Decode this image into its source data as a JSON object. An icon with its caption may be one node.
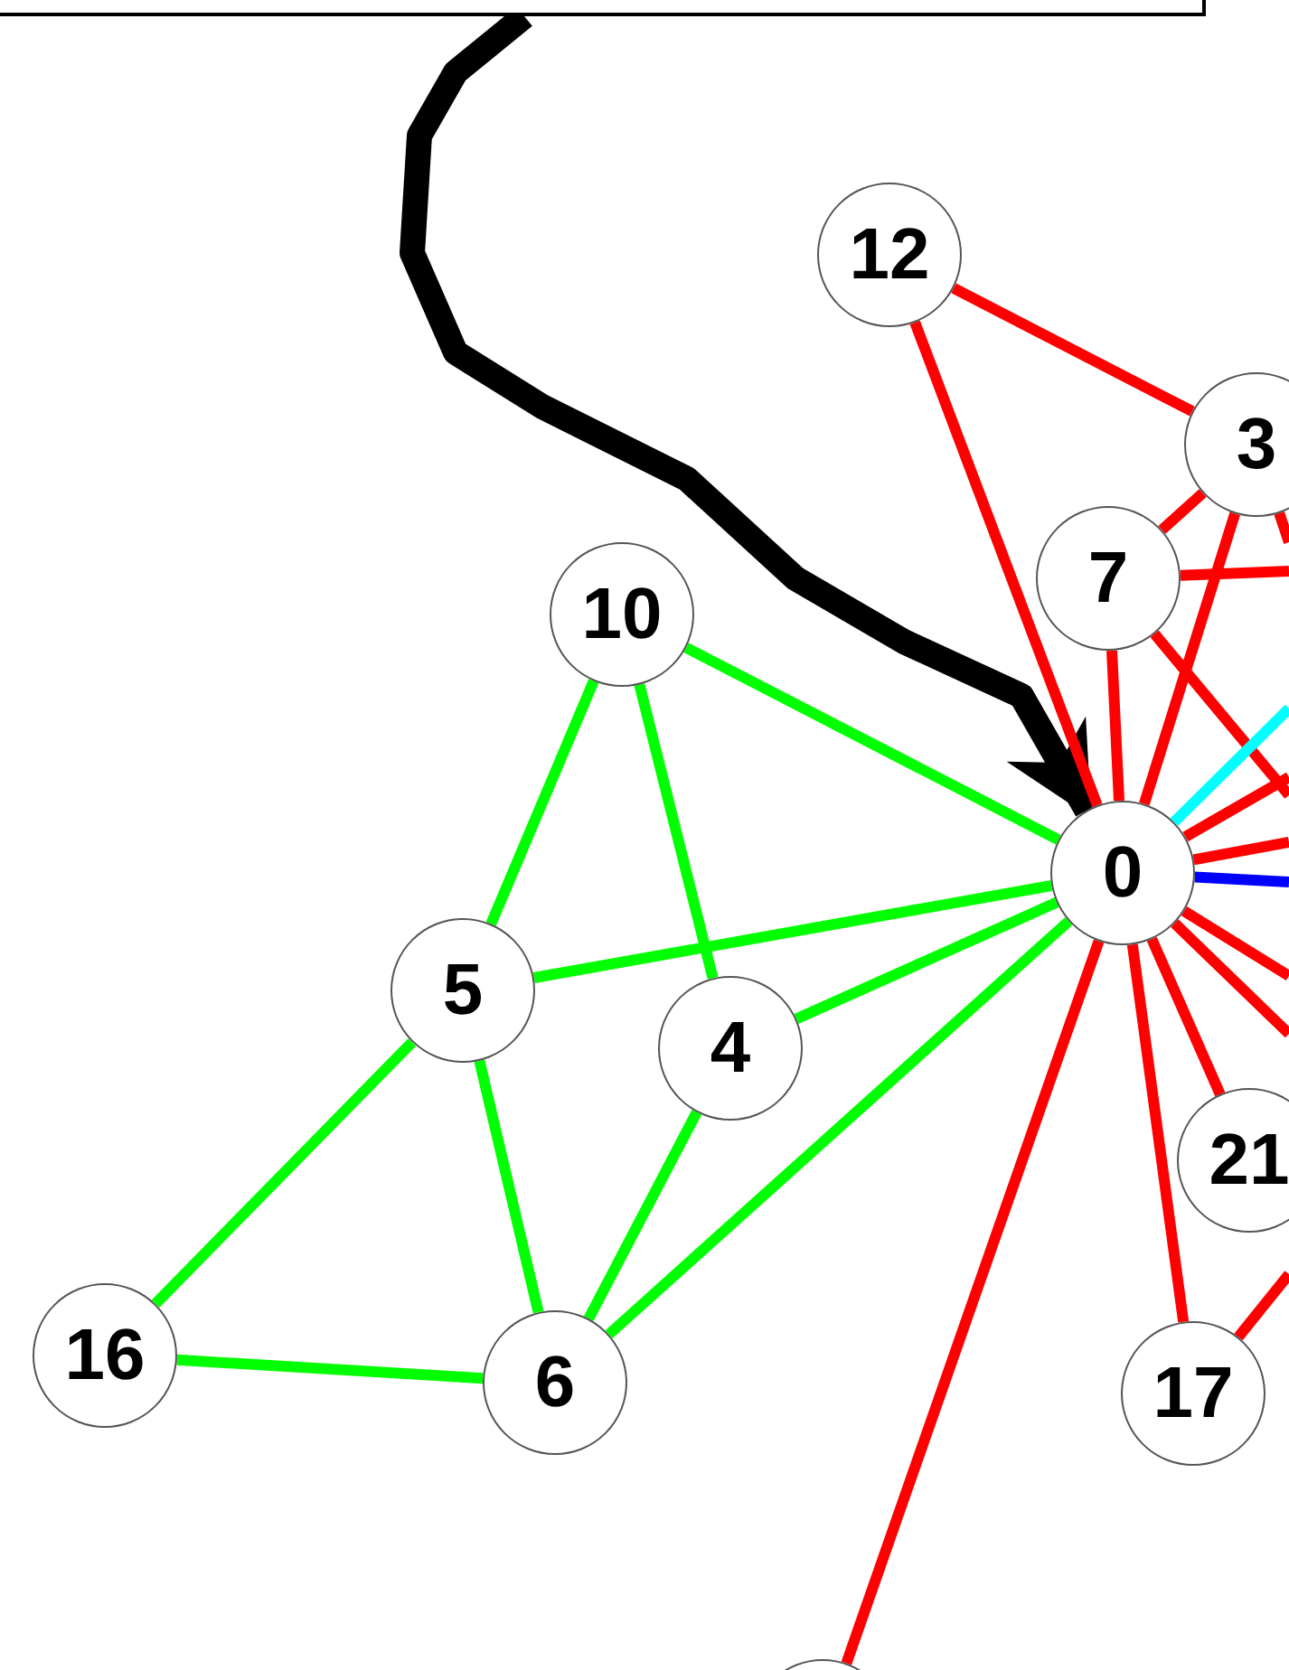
{
  "diagram": {
    "nodes": [
      {
        "text": [],
        "shape": "box"
      },
      {
        "text": [
          "12"
        ]
      },
      {
        "text": [
          "3"
        ]
      },
      {
        "text": [
          "7"
        ]
      },
      {
        "text": [
          "10"
        ]
      },
      {
        "text": [
          "0"
        ]
      },
      {
        "text": [
          "5"
        ]
      },
      {
        "text": [
          "4"
        ]
      },
      {
        "text": [
          "16"
        ]
      },
      {
        "text": [
          "6"
        ]
      },
      {
        "text": [
          "21"
        ]
      },
      {
        "text": [
          "17"
        ]
      },
      {
        "text": [],
        "shape": "circle"
      }
    ],
    "edges": [
      {
        "from": 0,
        "to": 5,
        "arrow": "to",
        "style": "thick",
        "color": "#000000"
      },
      {
        "from": 4,
        "to": 5,
        "arrow": "none",
        "color": "#00ff00"
      },
      {
        "from": 4,
        "to": 6,
        "arrow": "none",
        "color": "#00ff00"
      },
      {
        "from": 4,
        "to": 7,
        "arrow": "none",
        "color": "#00ff00"
      },
      {
        "from": 6,
        "to": 5,
        "arrow": "none",
        "color": "#00ff00"
      },
      {
        "from": 6,
        "to": 8,
        "arrow": "none",
        "color": "#00ff00"
      },
      {
        "from": 6,
        "to": 9,
        "arrow": "none",
        "color": "#00ff00"
      },
      {
        "from": 7,
        "to": 5,
        "arrow": "none",
        "color": "#00ff00"
      },
      {
        "from": 7,
        "to": 9,
        "arrow": "none",
        "color": "#00ff00"
      },
      {
        "from": 9,
        "to": 5,
        "arrow": "none",
        "color": "#00ff00"
      },
      {
        "from": 8,
        "to": 9,
        "arrow": "none",
        "color": "#00ff00"
      },
      {
        "from": 1,
        "to": 2,
        "arrow": "none"
      },
      {
        "from": 1,
        "to": 5,
        "arrow": "none"
      },
      {
        "from": 3,
        "to": 2,
        "arrow": "none"
      },
      {
        "from": 2,
        "to": 5,
        "arrow": "none"
      },
      {
        "from": 2,
        "to": null,
        "arrow": "none"
      },
      {
        "from": 3,
        "to": 5,
        "arrow": "none"
      },
      {
        "from": 3,
        "to": null,
        "arrow": "none"
      },
      {
        "from": 3,
        "to": null,
        "arrow": "none"
      },
      {
        "from": 5,
        "to": null,
        "arrow": "none",
        "color": "#00ffff"
      },
      {
        "from": 5,
        "to": null,
        "arrow": "none"
      },
      {
        "from": 5,
        "to": null,
        "arrow": "none"
      },
      {
        "from": 5,
        "to": null,
        "arrow": "none",
        "color": "#0000ff"
      },
      {
        "from": 5,
        "to": null,
        "arrow": "none"
      },
      {
        "from": 5,
        "to": null,
        "arrow": "none"
      },
      {
        "from": 5,
        "to": 10,
        "arrow": "none"
      },
      {
        "from": 5,
        "to": 11,
        "arrow": "none"
      },
      {
        "from": 5,
        "to": 12,
        "arrow": "none"
      },
      {
        "from": 11,
        "to": null,
        "arrow": "none"
      }
    ]
  }
}
